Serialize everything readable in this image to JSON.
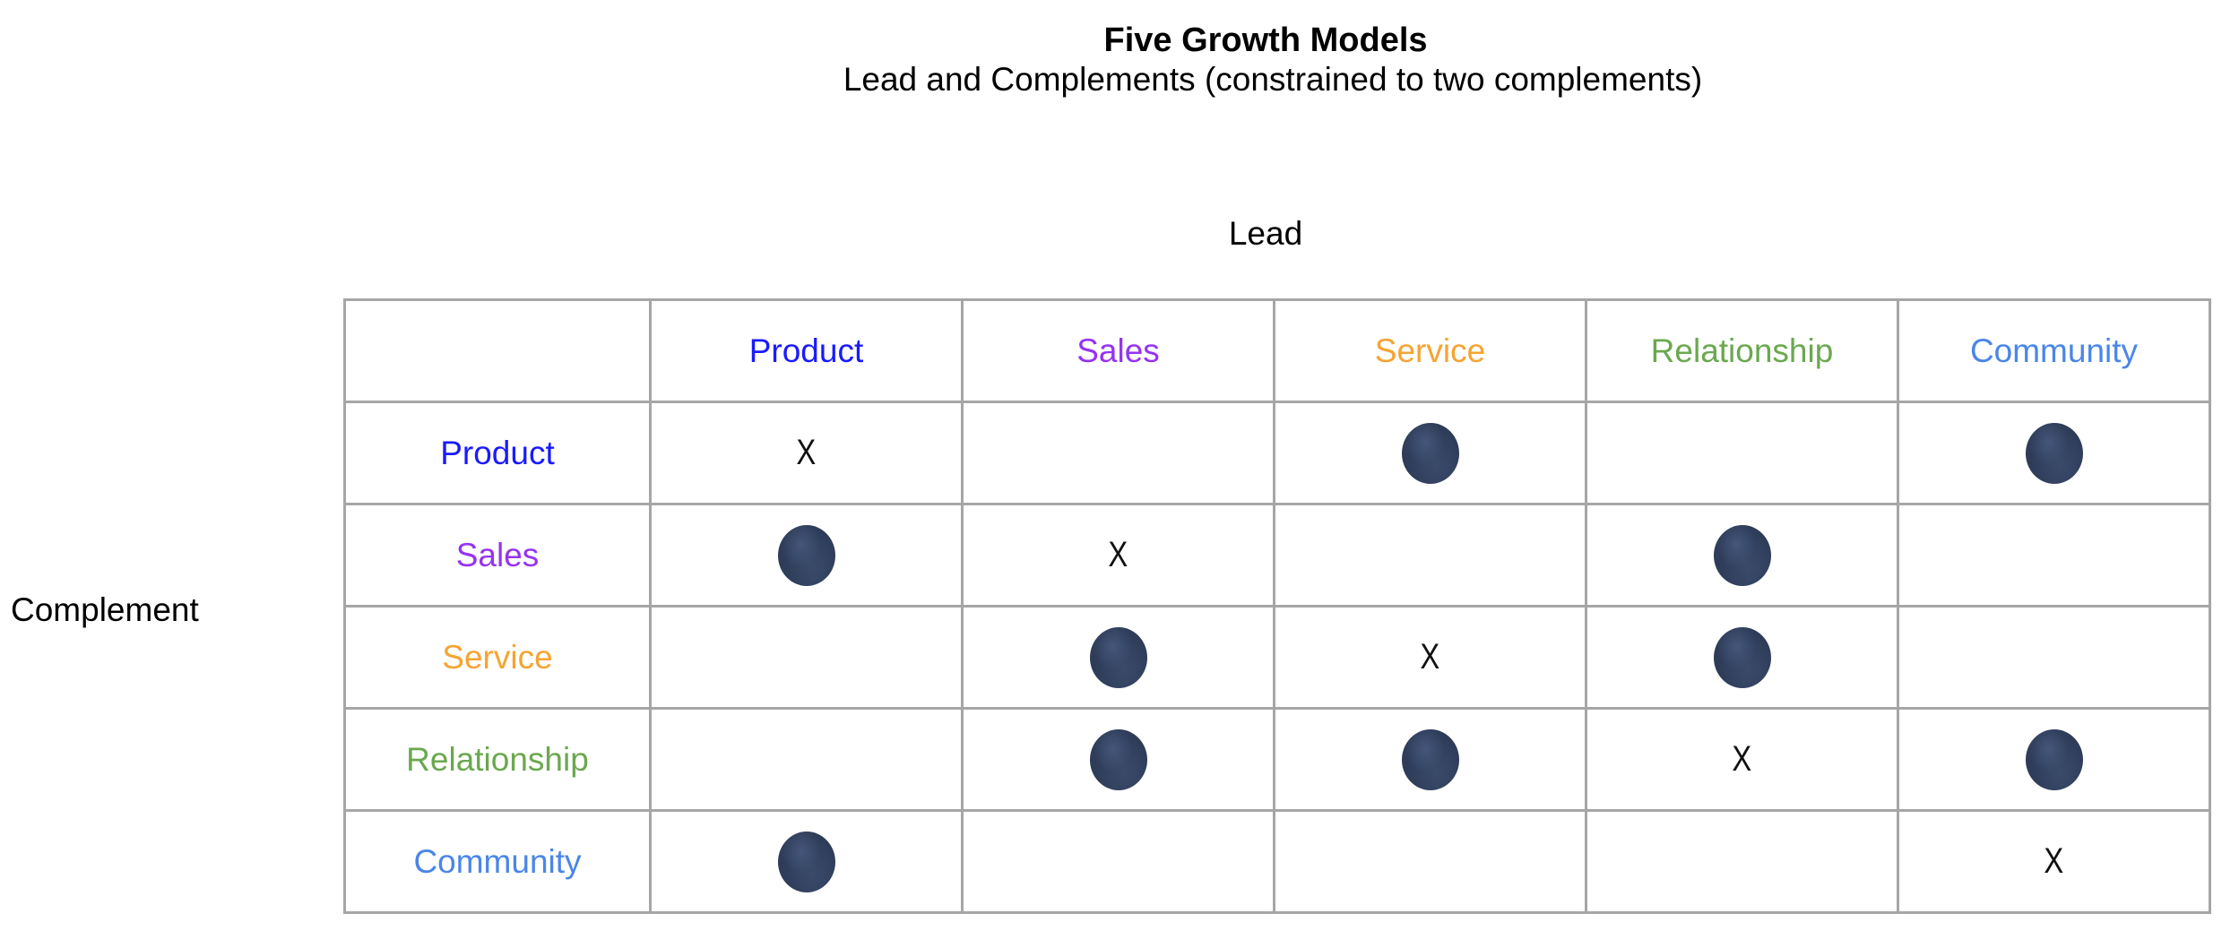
{
  "title": "Five Growth Models",
  "subtitle": "Lead and Complements (constrained to two complements)",
  "axes": {
    "column_axis_label": "Lead",
    "row_axis_label": "Complement"
  },
  "marks": {
    "self_mark": "X",
    "complement_mark_icon": "filled-navy-dot"
  },
  "colors": {
    "Product": "#1a1aff",
    "Sales": "#9633f2",
    "Service": "#f6a433",
    "Relationship": "#6aa84f",
    "Community": "#4a86e8",
    "dot": "#2d3b57",
    "grid": "#a6a6a6"
  },
  "matrix": {
    "corner_cell": "",
    "column_headers": [
      "Product",
      "Sales",
      "Service",
      "Relationship",
      "Community"
    ],
    "row_headers": [
      "Product",
      "Sales",
      "Service",
      "Relationship",
      "Community"
    ],
    "cells": [
      [
        "X",
        "",
        "dot",
        "",
        "dot"
      ],
      [
        "dot",
        "X",
        "",
        "dot",
        ""
      ],
      [
        "",
        "dot",
        "X",
        "dot",
        ""
      ],
      [
        "",
        "dot",
        "dot",
        "X",
        "dot"
      ],
      [
        "dot",
        "",
        "",
        "",
        "X"
      ]
    ]
  }
}
